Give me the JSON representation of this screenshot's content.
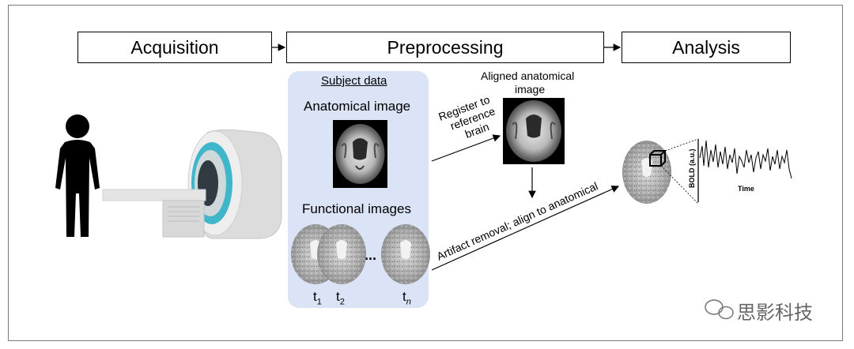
{
  "stages": [
    "Acquisition",
    "Preprocessing",
    "Analysis"
  ],
  "subject_data": {
    "header": "Subject data",
    "anatomical_label": "Anatomical image",
    "functional_label": "Functional images",
    "ellipsis": "...",
    "time_labels": [
      {
        "base": "t",
        "sub": "1"
      },
      {
        "base": "t",
        "sub": "2"
      },
      {
        "base": "t",
        "sub": "n"
      }
    ]
  },
  "aligned": {
    "line1": "Aligned anatomical",
    "line2": "image"
  },
  "register": {
    "line1": "Register to",
    "line2": "reference",
    "line3": "brain"
  },
  "artifact_label": "Artifact removal; align to anatomical",
  "bold_plot": {
    "ylabel": "BOLD (a.u.)",
    "xlabel": "Time"
  },
  "watermark": "思影科技",
  "colors": {
    "panel": "#dbe3f6",
    "border": "#000000",
    "frame": "#7a7a7a",
    "scanner_teal": "#3fb6c9"
  }
}
